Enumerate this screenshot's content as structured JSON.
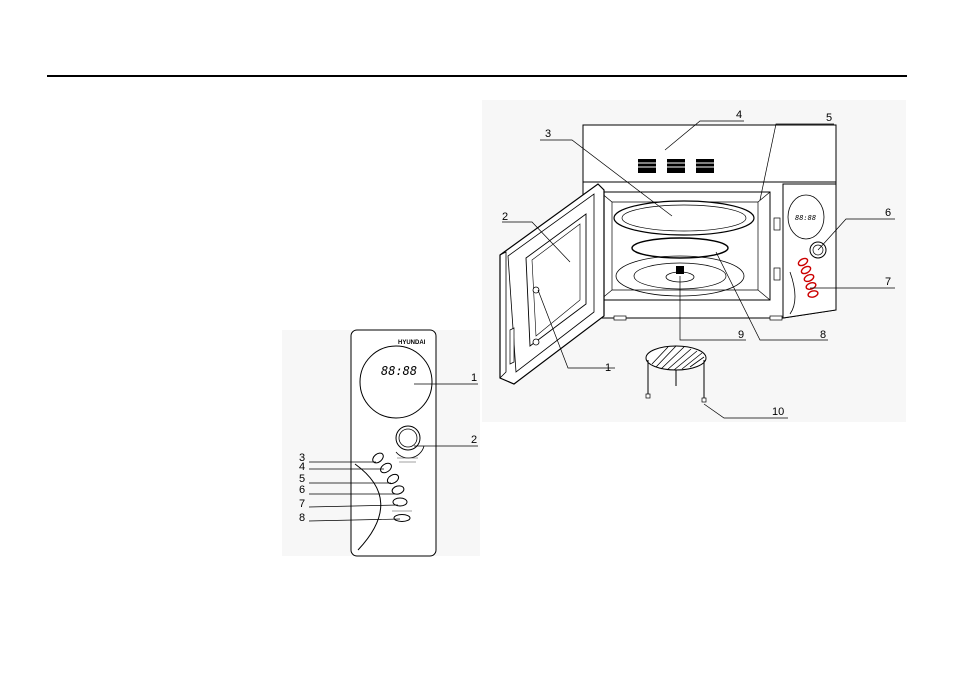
{
  "panel": {
    "brand": "HYUNDAI",
    "display": "88:88",
    "callouts": [
      "1",
      "2",
      "3",
      "4",
      "5",
      "6",
      "7",
      "8"
    ]
  },
  "microwave": {
    "display": "88:88",
    "callouts": [
      "1",
      "2",
      "3",
      "4",
      "5",
      "6",
      "7",
      "8",
      "9",
      "10"
    ]
  }
}
